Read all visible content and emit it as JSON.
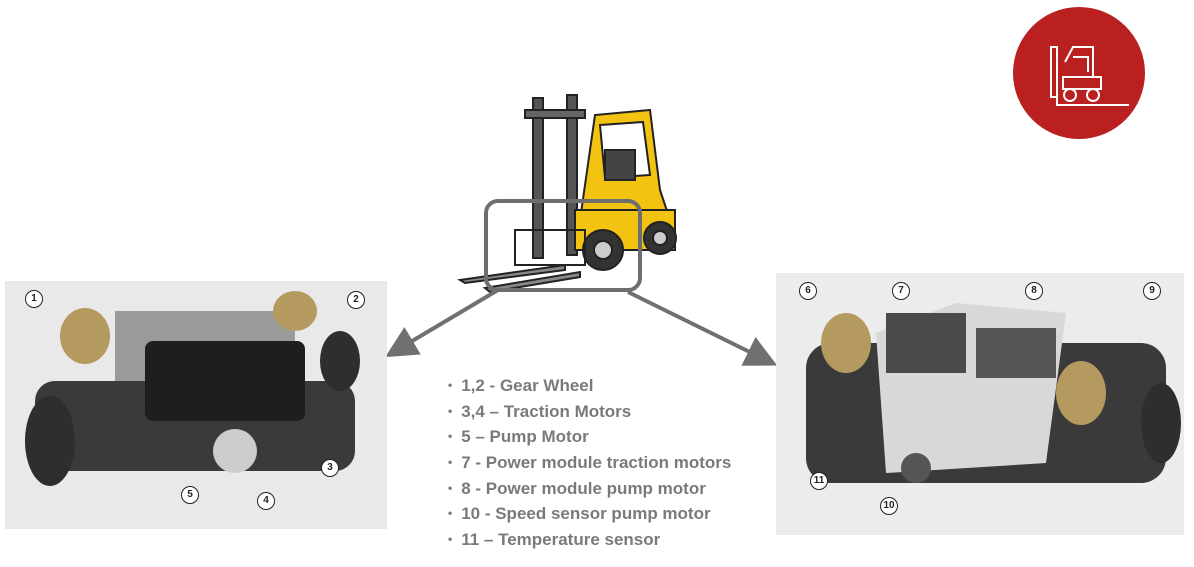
{
  "legend": {
    "items": [
      "1,2 - Gear Wheel",
      "3,4 – Traction Motors",
      "5 – Pump Motor",
      "7 - Power module traction motors",
      "8 - Power module pump motor",
      "10 - Speed sensor pump motor",
      "11 – Temperature sensor"
    ]
  },
  "left_callouts": [
    "1",
    "2",
    "3",
    "4",
    "5"
  ],
  "right_callouts": [
    "6",
    "7",
    "8",
    "9",
    "10",
    "11"
  ],
  "colors": {
    "logo_red": "#b9201f",
    "forklift_yellow": "#f2c311",
    "text_gray": "#7a7a7a",
    "arrow_gray": "#707070"
  }
}
